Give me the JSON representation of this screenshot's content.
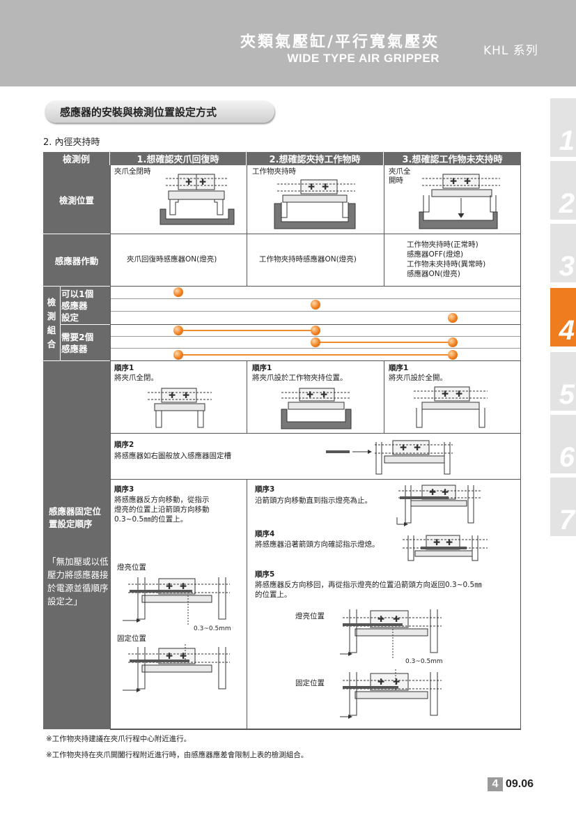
{
  "header": {
    "title_cn": "夾類氣壓缸/平行寬氣壓夾",
    "title_en": "WIDE TYPE AIR GRIPPER",
    "series": "KHL 系列"
  },
  "side_tabs": [
    "1",
    "2",
    "3",
    "4",
    "5",
    "6",
    "7"
  ],
  "active_tab": "4",
  "section_title": "感應器的安裝與檢測位置設定方式",
  "subsection": "2. 內徑夾持時",
  "table": {
    "col_header_0": "檢測例",
    "col_headers": [
      "1.想確認夾爪回復時",
      "2.想確認夾持工作物時",
      "3.想確認工作物未夾持時"
    ],
    "row_detect_position": "檢測位置",
    "pos_notes": [
      "夾爪全閉時",
      "工作物夾持時",
      "夾爪全\n開時"
    ],
    "row_sensor_action": "感應器作動",
    "actions": [
      "夾爪回復時感應器ON(燈亮)",
      "工作物夾持時感應器ON(燈亮)",
      "工作物夾持時(正常時)\n感應器OFF(燈熄)\n工作物未夾持時(異常時)\n感應器ON(燈亮)"
    ],
    "combo_group": "檢\n測\n組\n合",
    "combo_one": "可以1個\n感應器\n設定",
    "combo_two": "需要2個\n感應器",
    "row_setting": "感應器固定位置設定順序",
    "setting_note": "「無加壓或以低壓力將感應器接於電源並循順序設定之」",
    "steps": {
      "c1_step1_title": "順序1",
      "c1_step1_text": "將夾爪全閉。",
      "c2_step1_title": "順序1",
      "c2_step1_text": "將夾爪設於工作物夾持位置。",
      "c3_step1_title": "順序1",
      "c3_step1_text": "將夾爪設於全開。",
      "step2_title": "順序2",
      "step2_text": "將感應器如右圖般放入感應器固定槽",
      "c1_step3_title": "順序3",
      "c1_step3_text": "將感應器反方向移動，從指示\n燈亮的位置上沿箭頭方向移動\n0.3~0.5㎜的位置上。",
      "c23_step3_title": "順序3",
      "c23_step3_text": "沿箭頭方向移動直到指示燈亮為止。",
      "step4_title": "順序4",
      "step4_text": "將感應器沿著箭頭方向確認指示燈熄。",
      "step5_title": "順序5",
      "step5_text": "將感應器反方向移回，再從指示燈亮的位置沿箭頭方向返回0.3~0.5㎜\n的位置上。",
      "light_pos": "燈亮位置",
      "fixed_pos": "固定位置",
      "dim": "0.3~0.5mm"
    }
  },
  "footnotes": [
    "※工作物夾持建議在夾爪行程中心附近進行。",
    "※工作物夾持在夾爪開闔行程附近進行時，由感應器應差會限制上表的檢測組合。"
  ],
  "page": {
    "chapter": "4",
    "number": "09.06"
  }
}
